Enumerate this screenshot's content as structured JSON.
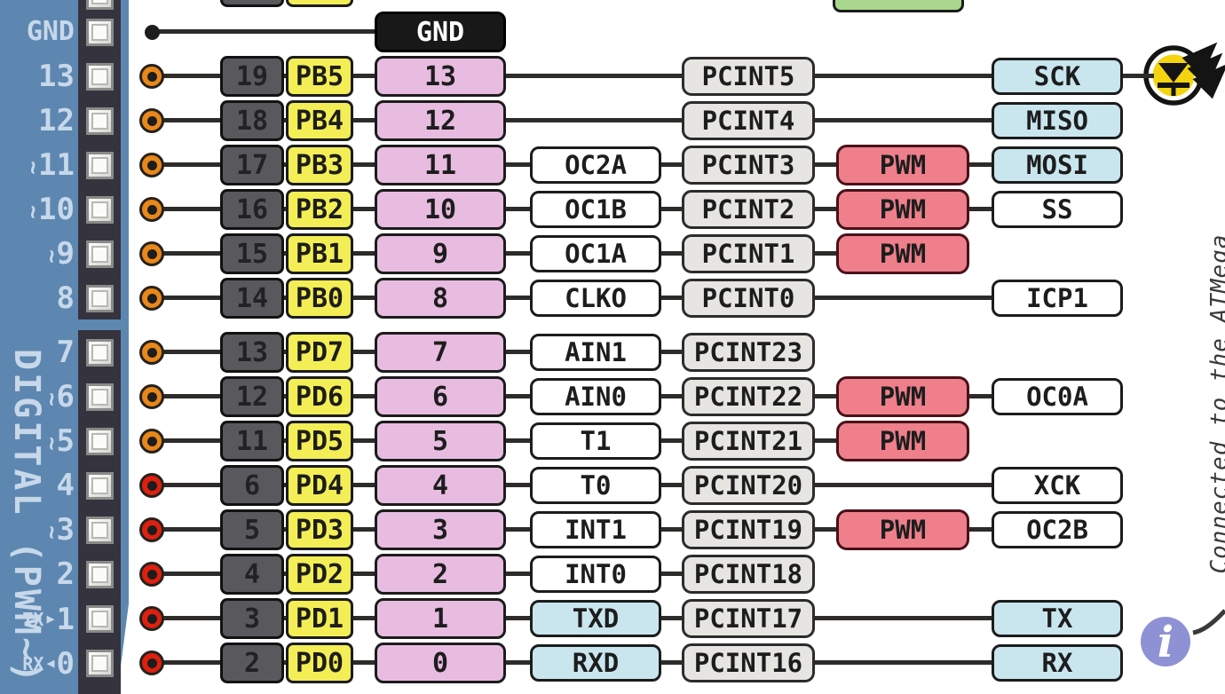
{
  "sidebar": {
    "vertical_label": "DIGITAL (PWM~)",
    "gnd_label": "GND"
  },
  "gnd": {
    "label": "GND"
  },
  "pwm_badge_label": "PWM",
  "right_note": "Connected to the ATMega",
  "icons": {
    "led": "led-indicator-icon",
    "info": "info-icon"
  },
  "colors": {
    "sidebar_bg": "#5d87b0",
    "strip_bg": "#34333e",
    "sidebar_text": "#c7d8ea",
    "chip_bg": "#59585c",
    "port_bg": "#f3ee55",
    "pin_bg": "#e8bce0",
    "fn_blue": "#c9e6ef",
    "pcint_bg": "#e6e5e2",
    "pwm_bg": "#ee7f8b",
    "pwm_border": "#4a1118",
    "green_bg": "#a9d78e",
    "gnd_bg": "#181818",
    "line": "#2e2c2a",
    "dot_orange": "#e8871a",
    "dot_red": "#dd2010",
    "led_yellow": "#f4d411",
    "info_purple": "#8e92d4"
  },
  "rows": [
    {
      "sidebar": {
        "num": "13",
        "squig": false
      },
      "dot": "orange",
      "chip": "19",
      "port": "PB5",
      "pin": "13",
      "fn": null,
      "pcint": "PCINT5",
      "pwm": false,
      "right": {
        "label": "SCK",
        "style": "blue"
      },
      "line_end": 1300
    },
    {
      "sidebar": {
        "num": "12",
        "squig": false
      },
      "dot": "orange",
      "chip": "18",
      "port": "PB4",
      "pin": "12",
      "fn": null,
      "pcint": "PCINT4",
      "pwm": false,
      "right": {
        "label": "MISO",
        "style": "blue"
      },
      "line_end": 1120
    },
    {
      "sidebar": {
        "num": "11",
        "squig": true
      },
      "dot": "orange",
      "chip": "17",
      "port": "PB3",
      "pin": "11",
      "fn": {
        "label": "OC2A",
        "style": "white"
      },
      "pcint": "PCINT3",
      "pwm": true,
      "right": {
        "label": "MOSI",
        "style": "blue"
      },
      "line_end": 1120
    },
    {
      "sidebar": {
        "num": "10",
        "squig": true
      },
      "dot": "orange",
      "chip": "16",
      "port": "PB2",
      "pin": "10",
      "fn": {
        "label": "OC1B",
        "style": "white"
      },
      "pcint": "PCINT2",
      "pwm": true,
      "right": {
        "label": "SS",
        "style": "white"
      },
      "line_end": 1120
    },
    {
      "sidebar": {
        "num": "9",
        "squig": true
      },
      "dot": "orange",
      "chip": "15",
      "port": "PB1",
      "pin": "9",
      "fn": {
        "label": "OC1A",
        "style": "white"
      },
      "pcint": "PCINT1",
      "pwm": true,
      "right": null,
      "line_end": 945
    },
    {
      "sidebar": {
        "num": "8",
        "squig": false
      },
      "dot": "orange",
      "chip": "14",
      "port": "PB0",
      "pin": "8",
      "fn": {
        "label": "CLKO",
        "style": "white"
      },
      "pcint": "PCINT0",
      "pwm": false,
      "right": {
        "label": "ICP1",
        "style": "white"
      },
      "line_end": 1120
    },
    {
      "sidebar": {
        "num": "7",
        "squig": false
      },
      "dot": "orange",
      "chip": "13",
      "port": "PD7",
      "pin": "7",
      "fn": {
        "label": "AIN1",
        "style": "white"
      },
      "pcint": "PCINT23",
      "pwm": false,
      "right": null,
      "line_end": 770
    },
    {
      "sidebar": {
        "num": "6",
        "squig": true
      },
      "dot": "orange",
      "chip": "12",
      "port": "PD6",
      "pin": "6",
      "fn": {
        "label": "AIN0",
        "style": "white"
      },
      "pcint": "PCINT22",
      "pwm": true,
      "right": {
        "label": "OC0A",
        "style": "white"
      },
      "line_end": 1120
    },
    {
      "sidebar": {
        "num": "5",
        "squig": true
      },
      "dot": "orange",
      "chip": "11",
      "port": "PD5",
      "pin": "5",
      "fn": {
        "label": "T1",
        "style": "white"
      },
      "pcint": "PCINT21",
      "pwm": true,
      "right": null,
      "line_end": 945
    },
    {
      "sidebar": {
        "num": "4",
        "squig": false
      },
      "dot": "red",
      "chip": "6",
      "port": "PD4",
      "pin": "4",
      "fn": {
        "label": "T0",
        "style": "white"
      },
      "pcint": "PCINT20",
      "pwm": false,
      "right": {
        "label": "XCK",
        "style": "white"
      },
      "line_end": 1120
    },
    {
      "sidebar": {
        "num": "3",
        "squig": true
      },
      "dot": "red",
      "chip": "5",
      "port": "PD3",
      "pin": "3",
      "fn": {
        "label": "INT1",
        "style": "white"
      },
      "pcint": "PCINT19",
      "pwm": true,
      "right": {
        "label": "OC2B",
        "style": "white"
      },
      "line_end": 1120
    },
    {
      "sidebar": {
        "num": "2",
        "squig": false
      },
      "dot": "red",
      "chip": "4",
      "port": "PD2",
      "pin": "2",
      "fn": {
        "label": "INT0",
        "style": "white"
      },
      "pcint": "PCINT18",
      "pwm": false,
      "right": null,
      "line_end": 770
    },
    {
      "sidebar": {
        "num": "1",
        "squig": false,
        "pre": "TX",
        "arrow": "▶"
      },
      "dot": "red",
      "chip": "3",
      "port": "PD1",
      "pin": "1",
      "fn": {
        "label": "TXD",
        "style": "blue"
      },
      "pcint": "PCINT17",
      "pwm": false,
      "right": {
        "label": "TX",
        "style": "blue"
      },
      "line_end": 1120
    },
    {
      "sidebar": {
        "num": "0",
        "squig": false,
        "pre": "RX",
        "arrow": "◀"
      },
      "dot": "red",
      "chip": "2",
      "port": "PD0",
      "pin": "0",
      "fn": {
        "label": "RXD",
        "style": "blue"
      },
      "pcint": "PCINT16",
      "pwm": false,
      "right": {
        "label": "RX",
        "style": "blue"
      },
      "line_end": 1120
    }
  ]
}
